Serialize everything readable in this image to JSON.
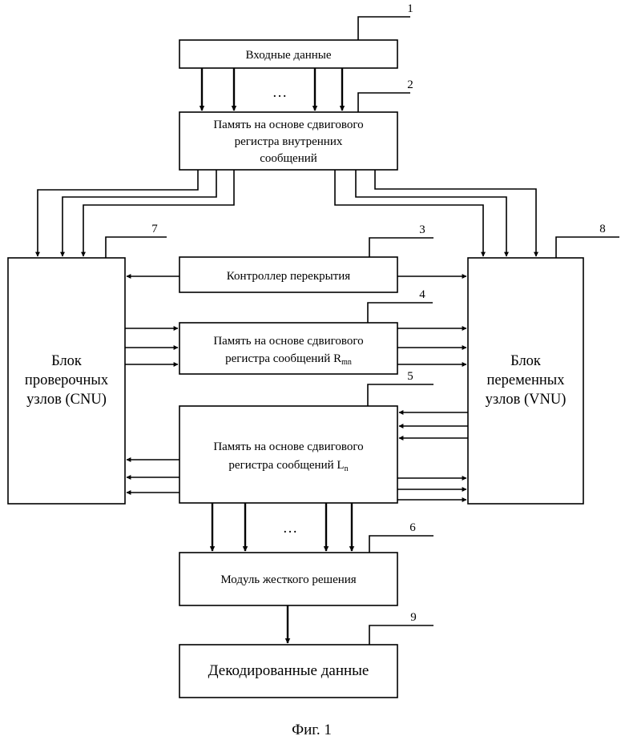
{
  "blocks": {
    "input": {
      "number": "1",
      "label": "Входные данные"
    },
    "internal_memory": {
      "number": "2",
      "lines": [
        "Память на основе сдвигового",
        "регистра внутренних",
        "сообщений"
      ]
    },
    "overlap_controller": {
      "number": "3",
      "label": "Контроллер перекрытия"
    },
    "rmn_memory": {
      "number": "4",
      "line1": "Память на основе сдвигового",
      "line2": "регистра сообщений R",
      "subscript": "mn"
    },
    "ln_memory": {
      "number": "5",
      "line1": "Память на основе сдвигового",
      "line2": "регистра сообщений L",
      "subscript": "n"
    },
    "hard_decision": {
      "number": "6",
      "label": "Модуль жесткого решения"
    },
    "cnu": {
      "number": "7",
      "lines": [
        "Блок",
        "проверочных",
        "узлов (CNU)"
      ]
    },
    "vnu": {
      "number": "8",
      "lines": [
        "Блок",
        "переменных",
        "узлов (VNU)"
      ]
    },
    "decoded": {
      "number": "9",
      "label": "Декодированные данные"
    }
  },
  "ellipsis": "…",
  "caption": "Фиг. 1"
}
